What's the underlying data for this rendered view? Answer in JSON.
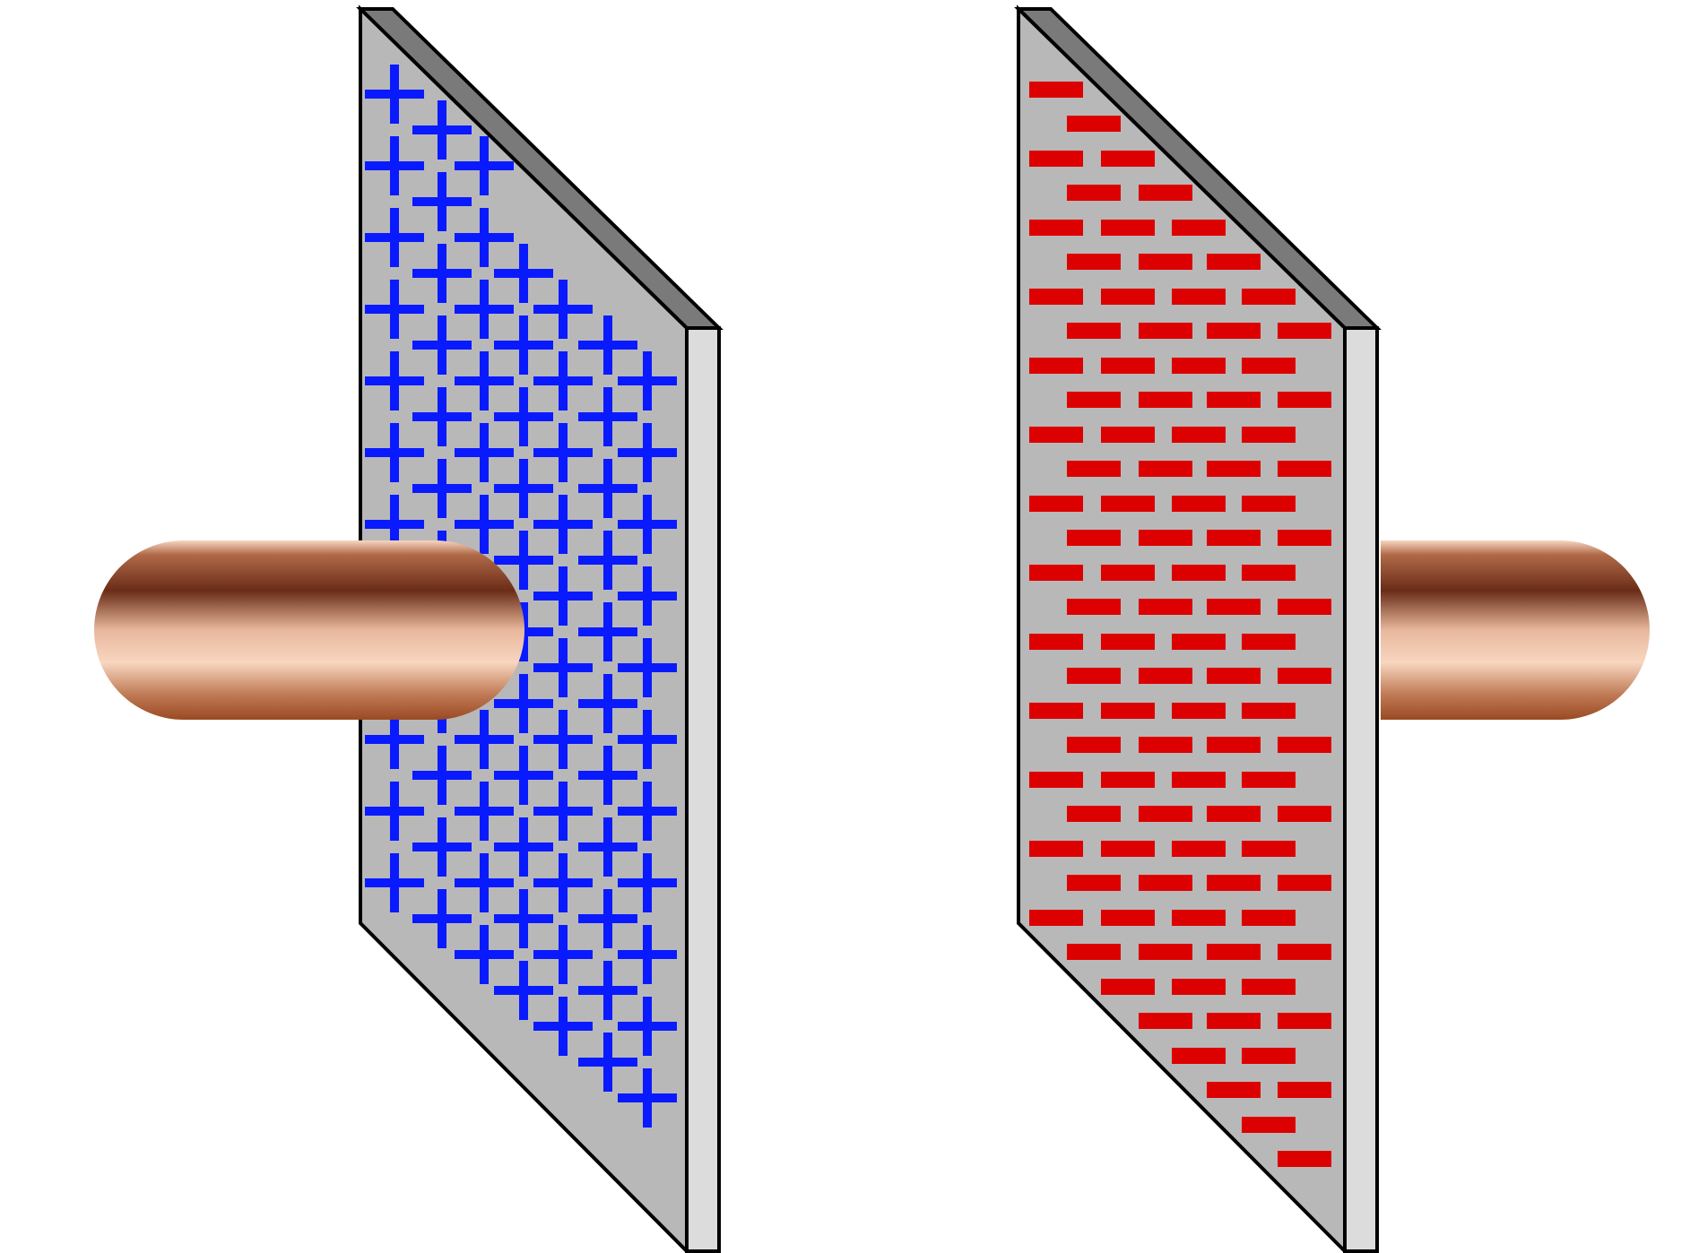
{
  "diagram": {
    "subject": "parallel-plate-capacitor",
    "colors": {
      "background": "#ffffff",
      "plate_face": "#b8b8b8",
      "plate_top_edge": "#7a7a7a",
      "plate_side_edge": "#dcdcdc",
      "outline": "#000000",
      "positive_charge": "#0a1aff",
      "negative_charge": "#dd0000",
      "wire_light": "#f8d6c0",
      "wire_mid": "#b06a48",
      "wire_dark": "#6a2c18"
    },
    "plates": [
      {
        "name": "positive-plate",
        "charge_sign": "+",
        "charge_color_key": "positive_charge",
        "wire_side": "left"
      },
      {
        "name": "negative-plate",
        "charge_sign": "-",
        "charge_color_key": "negative_charge",
        "wire_side": "right"
      }
    ]
  }
}
